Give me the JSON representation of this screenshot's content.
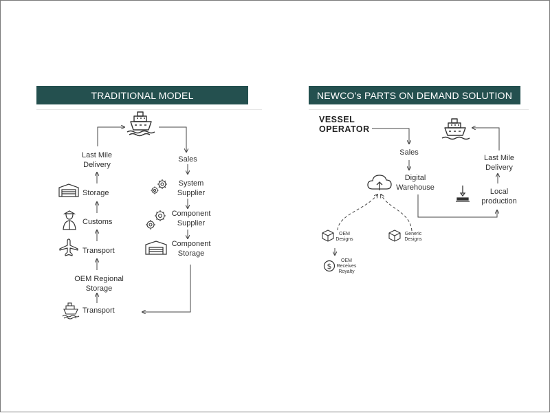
{
  "left": {
    "banner": "TRADITIONAL MODEL",
    "nodes": {
      "last_mile_1": "Last Mile",
      "last_mile_2": "Delivery",
      "storage": "Storage",
      "customs": "Customs",
      "transport_air": "Transport",
      "oem_regional_1": "OEM Regional",
      "oem_regional_2": "Storage",
      "transport_sea": "Transport",
      "sales": "Sales",
      "system_supplier_1": "System",
      "system_supplier_2": "Supplier",
      "component_supplier_1": "Component",
      "component_supplier_2": "Supplier",
      "component_storage_1": "Component",
      "component_storage_2": "Storage"
    }
  },
  "right": {
    "banner": "NEWCO’s  PARTS ON DEMAND SOLUTION",
    "nodes": {
      "vessel_1": "VESSEL",
      "vessel_2": "OPERATOR",
      "sales": "Sales",
      "digital_1": "Digital",
      "digital_2": "Warehouse",
      "last_mile_1": "Last Mile",
      "last_mile_2": "Delivery",
      "local_1": "Local",
      "local_2": "production",
      "oem_designs_1": "OEM",
      "oem_designs_2": "Designs",
      "generic_designs_1": "Generic",
      "generic_designs_2": "Designs",
      "royalty_1": "OEM",
      "royalty_2": "Receives",
      "royalty_3": "Royalty"
    }
  },
  "colors": {
    "banner": "#24504f",
    "line": "#444444",
    "text": "#2f2f2f"
  }
}
